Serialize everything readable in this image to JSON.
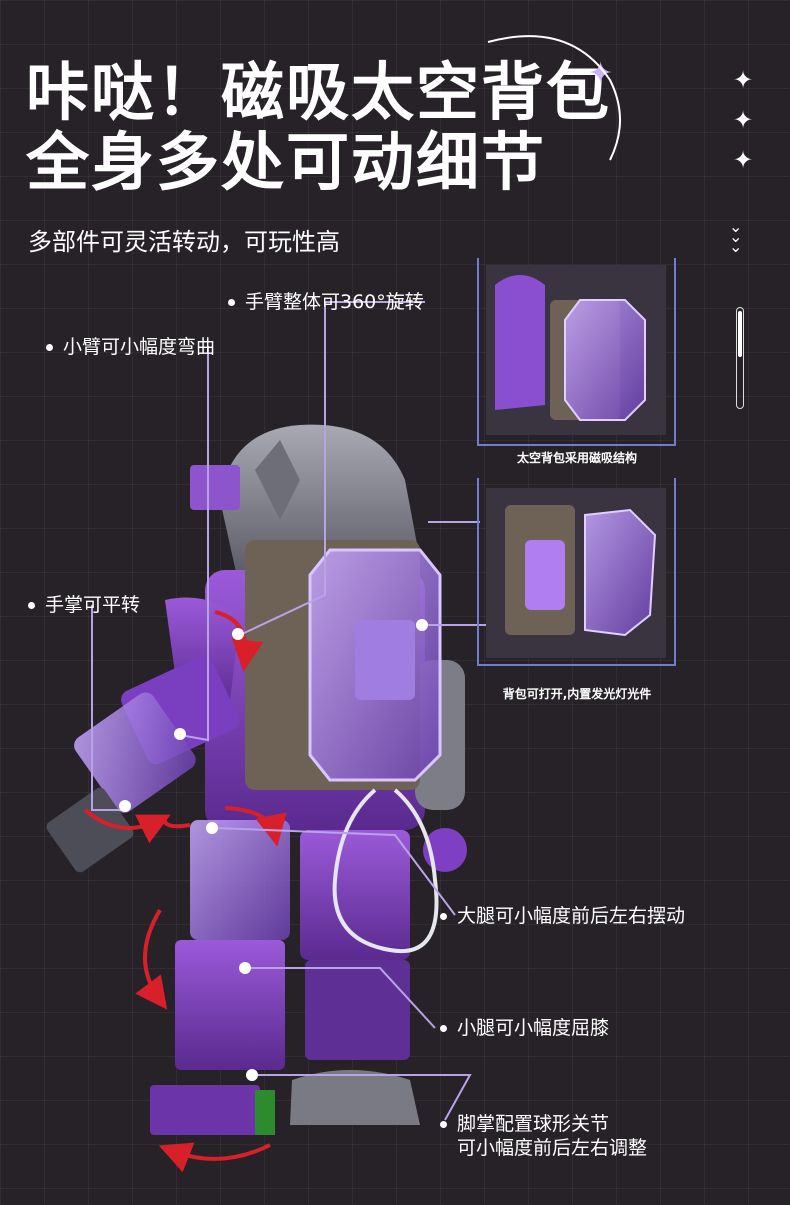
{
  "headline": {
    "line1": "咔哒！磁吸太空背包",
    "line2": "全身多处可动细节"
  },
  "subtitle": "多部件可灵活转动，可玩性高",
  "callouts": {
    "arm_rotate": "手臂整体可360°旋转",
    "forearm_bend": "小臂可小幅度弯曲",
    "palm_turn": "手掌可平转",
    "thigh_swing": "大腿可小幅度前后左右摆动",
    "shin_bend": "小腿可小幅度屈膝",
    "foot_joint_line1": "脚掌配置球形关节",
    "foot_joint_line2": "可小幅度前后左右调整"
  },
  "insets": {
    "magnetic_caption": "太空背包采用磁吸结构",
    "open_caption": "背包可打开,内置发光灯光件"
  },
  "colors": {
    "background": "#262227",
    "accent_purple": "#8a4fd0",
    "line_lavender": "#b9a3e8",
    "arrow_red": "#d8202a"
  }
}
